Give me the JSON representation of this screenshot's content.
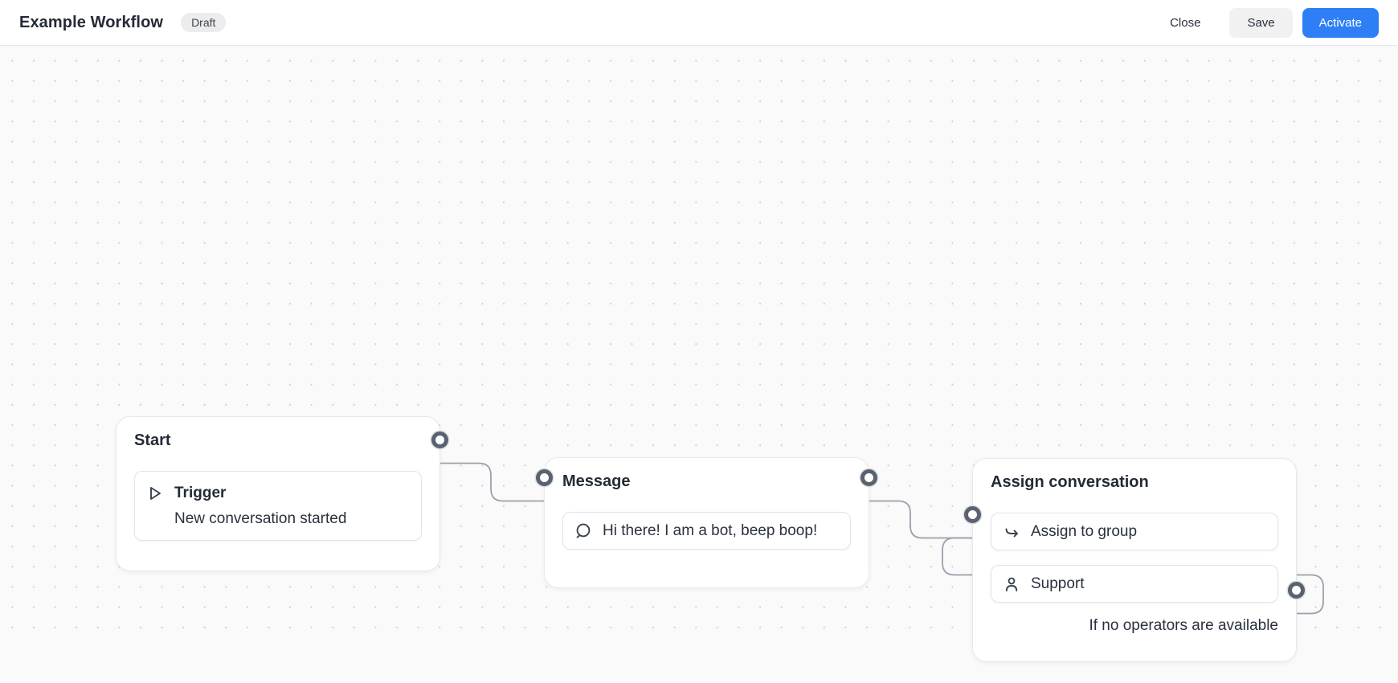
{
  "header": {
    "title": "Example Workflow",
    "status_badge": "Draft",
    "close_label": "Close",
    "save_label": "Save",
    "activate_label": "Activate"
  },
  "colors": {
    "accent_blue": "#2e7ff6",
    "edge_gray": "#9ba1ac",
    "port_ring": "#59626f",
    "canvas_bg": "#fafafa",
    "text_dark": "#242b36"
  },
  "nodes": [
    {
      "id": "start",
      "title": "Start",
      "items": [
        {
          "icon": "play-icon",
          "title": "Trigger",
          "subtitle": "New conversation started"
        }
      ]
    },
    {
      "id": "message",
      "title": "Message",
      "items": [
        {
          "icon": "chat-bubble-icon",
          "text": "Hi there! I am a bot, beep boop!"
        }
      ]
    },
    {
      "id": "assign",
      "title": "Assign conversation",
      "items": [
        {
          "icon": "assign-arrow-icon",
          "text": "Assign to group"
        },
        {
          "icon": "person-icon",
          "text": "Support"
        }
      ],
      "footer": "If no operators are available"
    }
  ]
}
